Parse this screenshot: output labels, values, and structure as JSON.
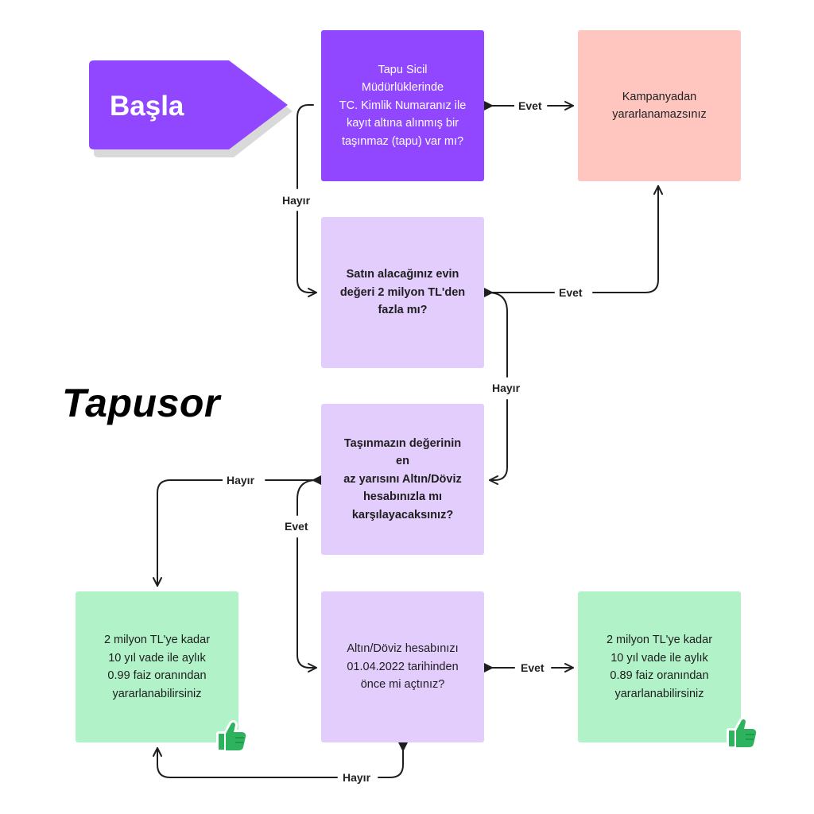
{
  "start": {
    "label": "Başla",
    "color": "#9147ff",
    "shape": "pentagon-arrow"
  },
  "brand": {
    "text": "Tapusor"
  },
  "nodes": {
    "q1": {
      "text": "Tapu Sicil\nMüdürlüklerinde\nTC. Kimlik Numaranız ile\nkayıt altına alınmış bir\ntaşınmaz (tapu) var mı?",
      "color": "#9147ff"
    },
    "result_not_eligible": {
      "text": "Kampanyadan\nyararlanamazsınız",
      "color": "#ffc6c0"
    },
    "q2": {
      "text": "Satın alacağınız evin\ndeğeri 2 milyon TL'den\nfazla mı?",
      "color": "#e3cdfc"
    },
    "q3": {
      "text": "Taşınmazın değerinin en\naz yarısını Altın/Döviz\nhesabınızla mı\nkarşılayacaksınız?",
      "color": "#e3cdfc"
    },
    "q4": {
      "text": "Altın/Döviz hesabınızı\n01.04.2022 tarihinden\nönce mi açtınız?",
      "color": "#e3cdfc"
    },
    "result_099": {
      "text": "2 milyon TL'ye kadar\n10 yıl vade ile aylık\n0.99 faiz oranından\nyararlanabilirsiniz",
      "color": "#b1f2c8",
      "icon": "thumbs-up-icon"
    },
    "result_089": {
      "text": "2 milyon TL'ye kadar\n10 yıl vade ile aylık\n0.89 faiz oranından\nyararlanabilirsiniz",
      "color": "#b1f2c8",
      "icon": "thumbs-up-icon"
    }
  },
  "edge_labels": {
    "q1_yes": "Evet",
    "q1_no": "Hayır",
    "q2_yes": "Evet",
    "q2_no": "Hayır",
    "q3_no": "Hayır",
    "q3_yes": "Evet",
    "q4_yes": "Evet",
    "q4_no": "Hayır"
  },
  "colors": {
    "connector": "#1e1e1e",
    "thumb": "#2db35d"
  }
}
